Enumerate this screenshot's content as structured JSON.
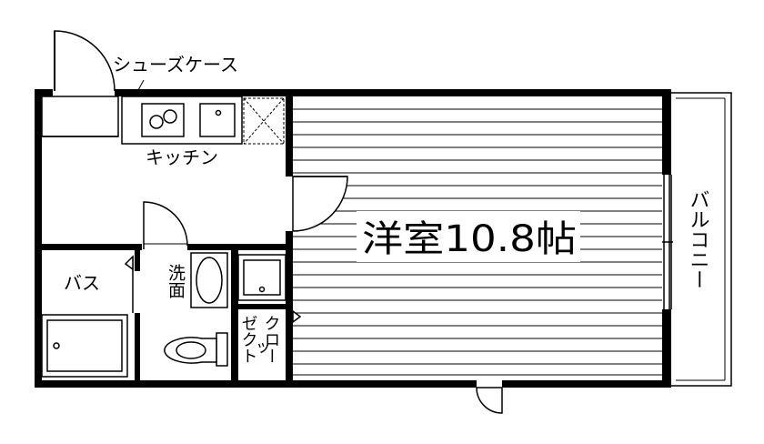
{
  "labels": {
    "shoe_case": "シューズケース",
    "kitchen": "キッチン",
    "main_room": "洋室10.8帖",
    "balcony": "バルコニー",
    "bath": "バス",
    "washroom": "洗面",
    "closet_col1": "ゼクト",
    "closet_col2": "ッ",
    "closet_col3": "クロー"
  },
  "colors": {
    "wall": "#000000",
    "line": "#000000",
    "background": "#ffffff"
  }
}
